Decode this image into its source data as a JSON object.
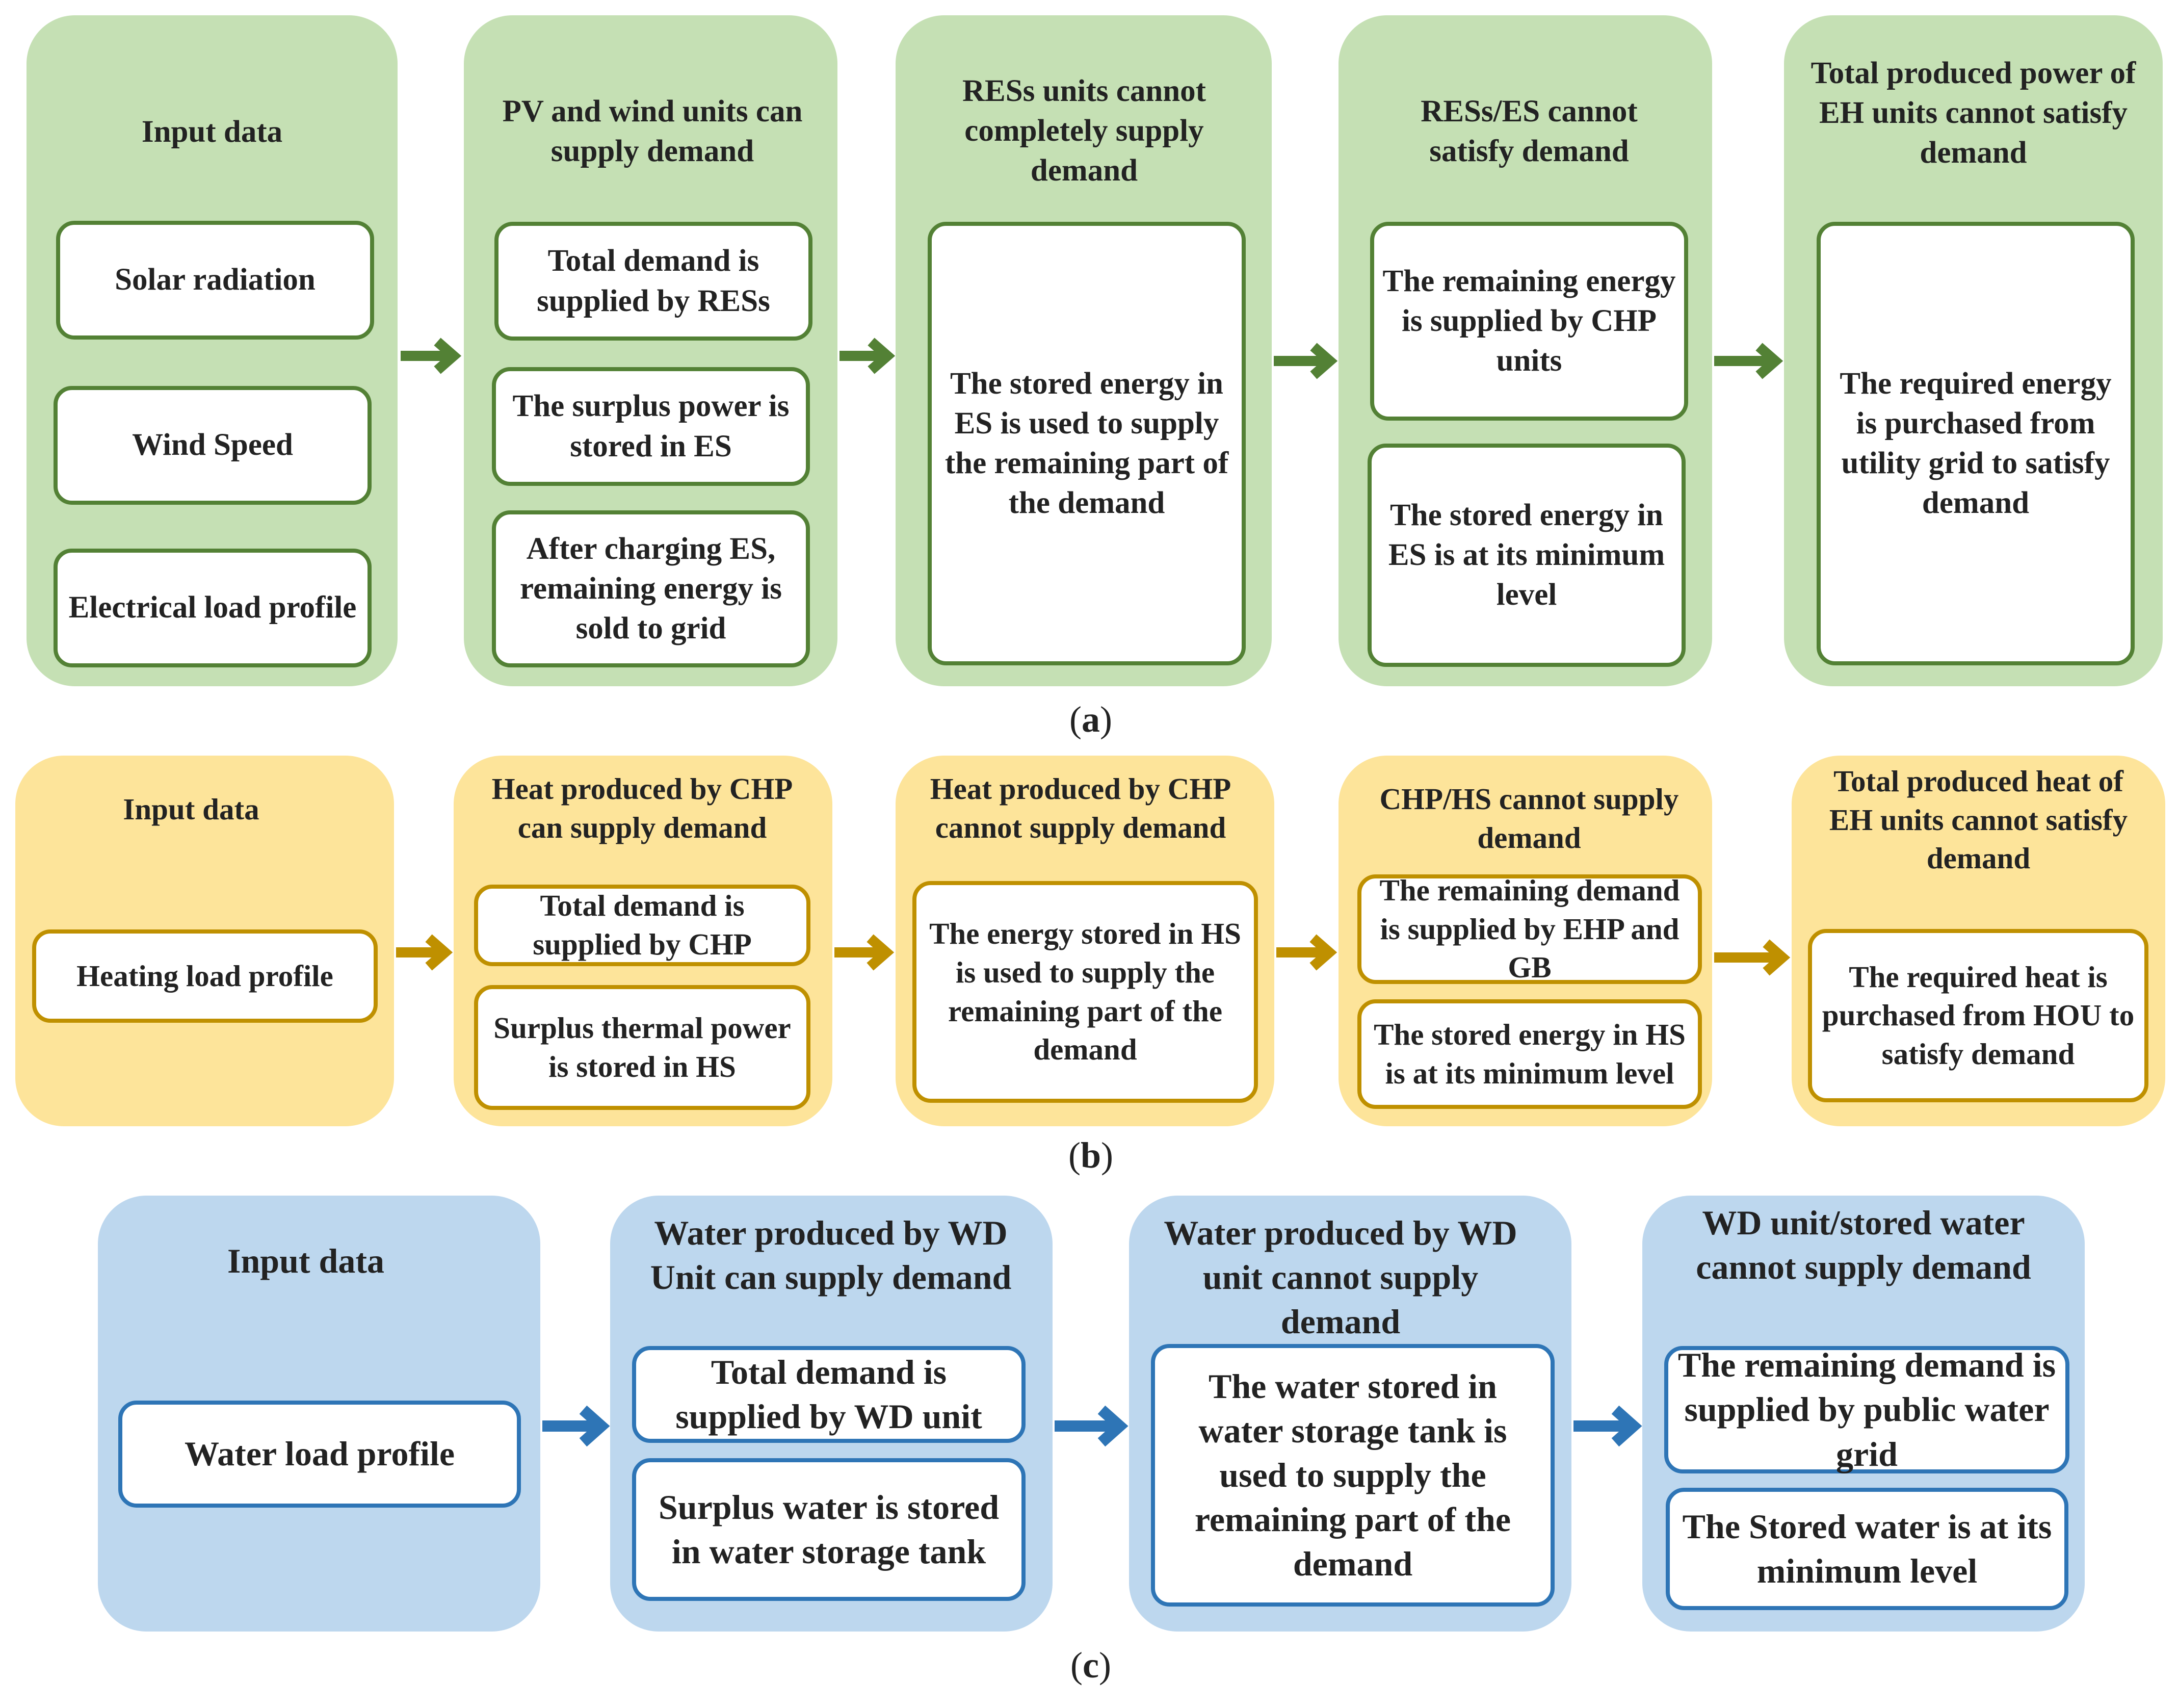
{
  "row_a": {
    "caption": {
      "open": "(",
      "letter": "a",
      "close": ")"
    },
    "panels": [
      {
        "title": "Input data",
        "boxes": [
          "Solar radiation",
          "Wind Speed",
          "Electrical load profile"
        ]
      },
      {
        "title": "PV and wind units can supply demand",
        "boxes": [
          "Total demand is supplied by RESs",
          "The surplus power is stored in ES",
          "After charging ES, remaining energy is sold to grid"
        ]
      },
      {
        "title": "RESs units cannot completely supply demand",
        "boxes": [
          "The stored energy in ES is used to supply the remaining part of the demand"
        ]
      },
      {
        "title": "RESs/ES cannot satisfy demand",
        "boxes": [
          "The remaining energy is supplied by CHP units",
          "The stored energy in ES is at its minimum level"
        ]
      },
      {
        "title": "Total produced power of EH units cannot satisfy demand",
        "boxes": [
          "The required energy is purchased from utility grid to satisfy demand"
        ]
      }
    ]
  },
  "row_b": {
    "caption": {
      "open": "(",
      "letter": "b",
      "close": ")"
    },
    "panels": [
      {
        "title": "Input data",
        "boxes": [
          "Heating load profile"
        ]
      },
      {
        "title": "Heat produced by CHP can supply demand",
        "boxes": [
          "Total demand is supplied by CHP",
          "Surplus thermal power is stored in HS"
        ]
      },
      {
        "title": "Heat produced by CHP cannot supply demand",
        "boxes": [
          "The energy stored in HS is used to supply the remaining part of the demand"
        ]
      },
      {
        "title": "CHP/HS cannot supply demand",
        "boxes": [
          "The remaining demand is supplied by EHP and GB",
          "The stored energy in HS is at its minimum level"
        ]
      },
      {
        "title": "Total produced heat of EH units cannot satisfy demand",
        "boxes": [
          "The required heat is purchased from HOU to satisfy demand"
        ]
      }
    ]
  },
  "row_c": {
    "caption": {
      "open": "(",
      "letter": "c",
      "close": ")"
    },
    "panels": [
      {
        "title": "Input data",
        "boxes": [
          "Water load profile"
        ]
      },
      {
        "title": "Water produced by WD Unit can supply demand",
        "boxes": [
          "Total demand is supplied by WD unit",
          "Surplus water is stored in water storage tank"
        ]
      },
      {
        "title": "Water produced by WD unit cannot supply demand",
        "boxes": [
          "The water stored in water storage tank is used to supply the remaining part of the demand"
        ]
      },
      {
        "title": "WD unit/stored water cannot supply demand",
        "boxes": [
          "The remaining demand is supplied by public water grid",
          "The Stored water is at its minimum level"
        ]
      }
    ]
  },
  "colors": {
    "green_fill": "#c5e0b4",
    "green_line": "#538135",
    "yellow_fill": "#fde49a",
    "yellow_line": "#bf9000",
    "blue_fill": "#bdd7ee",
    "blue_line": "#2e75b6"
  }
}
